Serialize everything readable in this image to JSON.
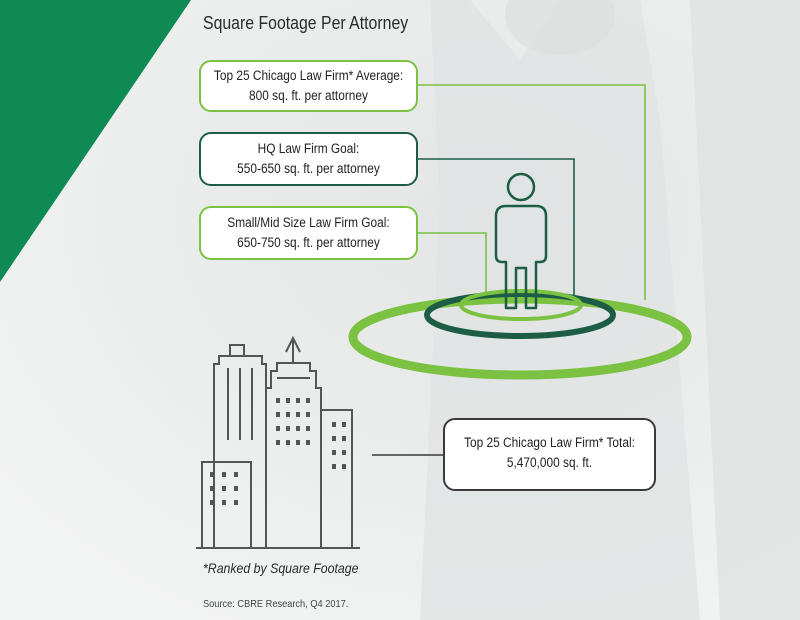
{
  "title": "Square Footage Per Attorney",
  "boxes": {
    "average": {
      "line1": "Top 25 Chicago Law Firm* Average:",
      "line2": "800 sq. ft. per attorney"
    },
    "hq": {
      "line1": "HQ Law Firm Goal:",
      "line2": "550-650 sq. ft. per attorney"
    },
    "small_mid": {
      "line1": "Small/Mid Size Law Firm Goal:",
      "line2": "650-750 sq. ft. per attorney"
    },
    "total": {
      "line1": "Top 25 Chicago Law Firm* Total:",
      "line2": "5,470,000 sq. ft."
    }
  },
  "footnote": "*Ranked by Square Footage",
  "source": "Source: CBRE Research, Q4 2017.",
  "icons": [
    "person-icon",
    "buildings-icon"
  ],
  "colors": {
    "light_green": "#7cc242",
    "dark_green": "#1d5d46",
    "corner_green": "#0e8a52",
    "outline_gray": "#555555"
  }
}
